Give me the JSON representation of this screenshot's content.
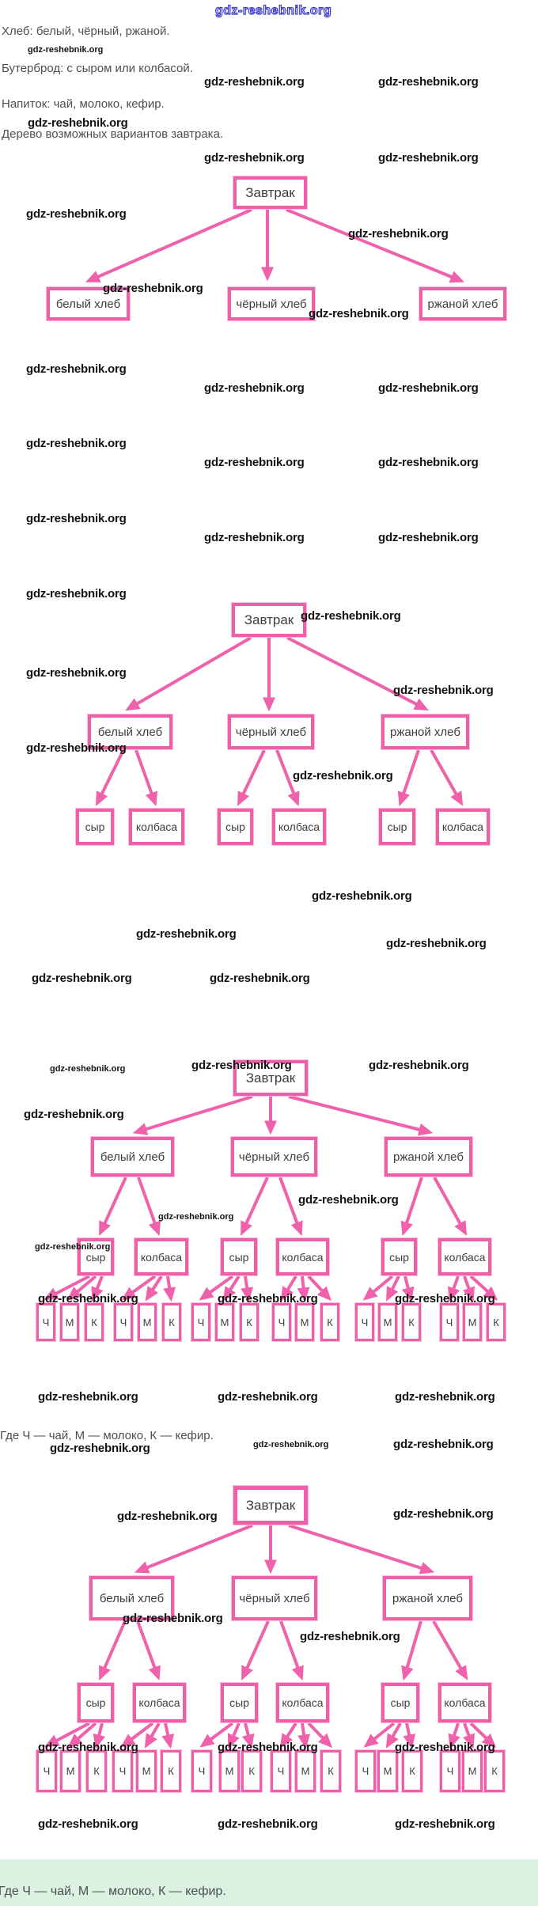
{
  "watermark": {
    "text": "gdz-reshebnik.org"
  },
  "header": {
    "line1": "Хлеб: белый, чёрный, ржаной.",
    "line2": "Бутерброд: с сыром или колбасой.",
    "line3": "Напиток: чай, молоко, кефир.",
    "line4": "Дерево возможных вариантов завтрака."
  },
  "legend": {
    "mid": "Где Ч — чай, М — молоко, К — кефир.",
    "footer": "Где Ч — чай, М — молоко, К — кефир."
  },
  "tree": {
    "root": "Завтрак",
    "bread": [
      "белый хлеб",
      "чёрный хлеб",
      "ржаной хлеб"
    ],
    "filling": [
      "сыр",
      "колбаса"
    ],
    "drink": [
      "Ч",
      "М",
      "К"
    ]
  },
  "colors": {
    "accent_pink": "#ee5fa8",
    "footer_bg": "#dcf1e2",
    "watermark_blue": "#4040c8"
  }
}
